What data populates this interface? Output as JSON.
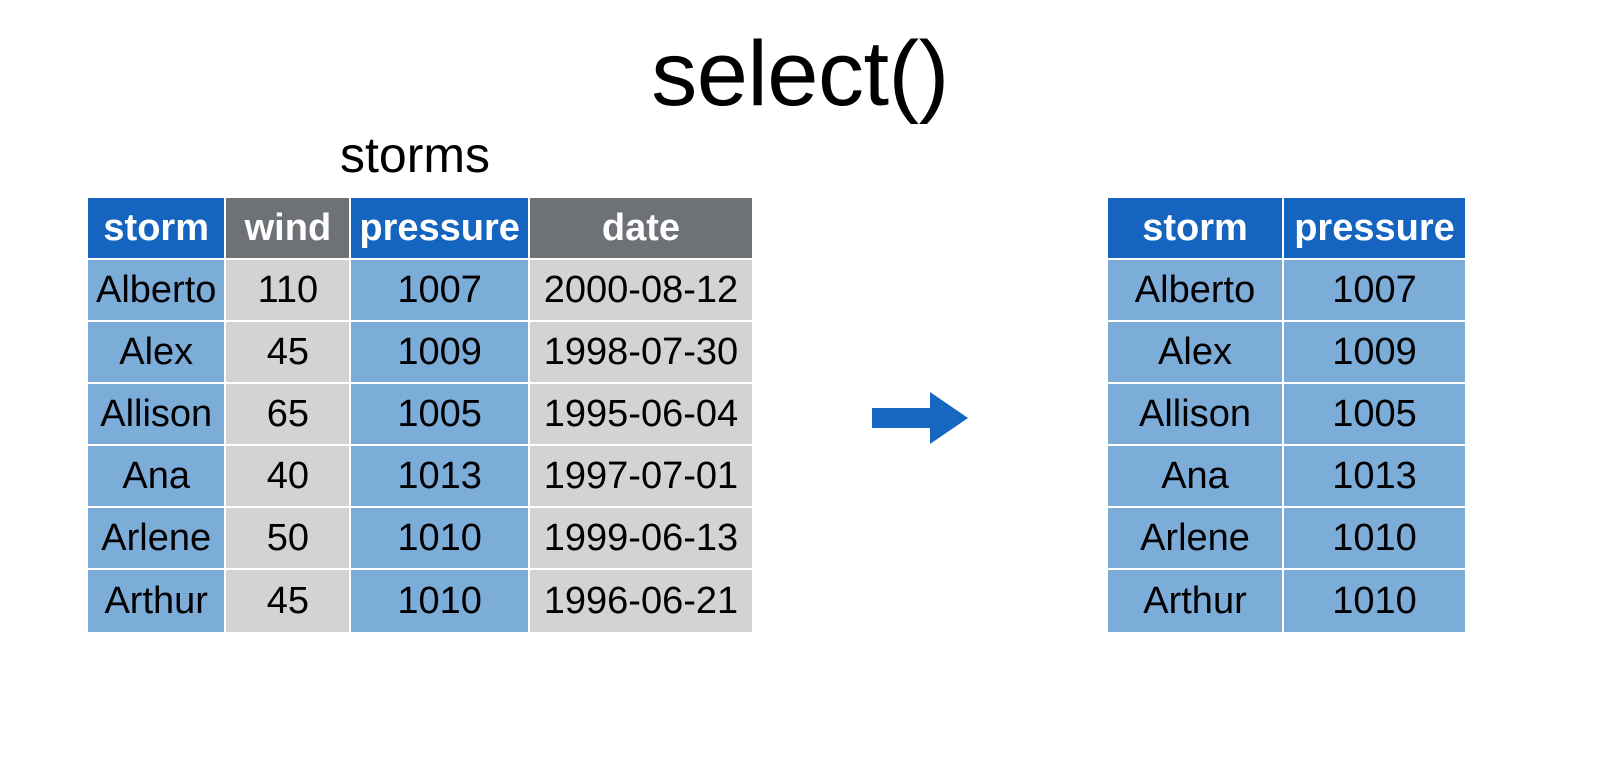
{
  "title": "select()",
  "source": {
    "caption": "storms",
    "columns": [
      {
        "label": "storm",
        "tint": "blue"
      },
      {
        "label": "wind",
        "tint": "gray"
      },
      {
        "label": "pressure",
        "tint": "blue"
      },
      {
        "label": "date",
        "tint": "gray"
      }
    ],
    "rows": [
      {
        "storm": "Alberto",
        "wind": "110",
        "pressure": "1007",
        "date": "2000-08-12"
      },
      {
        "storm": "Alex",
        "wind": "45",
        "pressure": "1009",
        "date": "1998-07-30"
      },
      {
        "storm": "Allison",
        "wind": "65",
        "pressure": "1005",
        "date": "1995-06-04"
      },
      {
        "storm": "Ana",
        "wind": "40",
        "pressure": "1013",
        "date": "1997-07-01"
      },
      {
        "storm": "Arlene",
        "wind": "50",
        "pressure": "1010",
        "date": "1999-06-13"
      },
      {
        "storm": "Arthur",
        "wind": "45",
        "pressure": "1010",
        "date": "1996-06-21"
      }
    ]
  },
  "result": {
    "columns": [
      {
        "label": "storm",
        "tint": "blue"
      },
      {
        "label": "pressure",
        "tint": "blue"
      }
    ],
    "rows": [
      {
        "storm": "Alberto",
        "pressure": "1007"
      },
      {
        "storm": "Alex",
        "pressure": "1009"
      },
      {
        "storm": "Allison",
        "pressure": "1005"
      },
      {
        "storm": "Ana",
        "pressure": "1013"
      },
      {
        "storm": "Arlene",
        "pressure": "1010"
      },
      {
        "storm": "Arthur",
        "pressure": "1010"
      }
    ]
  },
  "arrow": {
    "icon": "arrow-right-icon",
    "direction": "right"
  },
  "colors": {
    "header_blue": "#1565c0",
    "header_gray": "#6e7277",
    "cell_blue": "#7cadd9",
    "cell_gray": "#d3d3d3",
    "arrow_blue": "#1667bf",
    "background": "#ffffff",
    "text": "#000000",
    "header_text": "#ffffff"
  }
}
